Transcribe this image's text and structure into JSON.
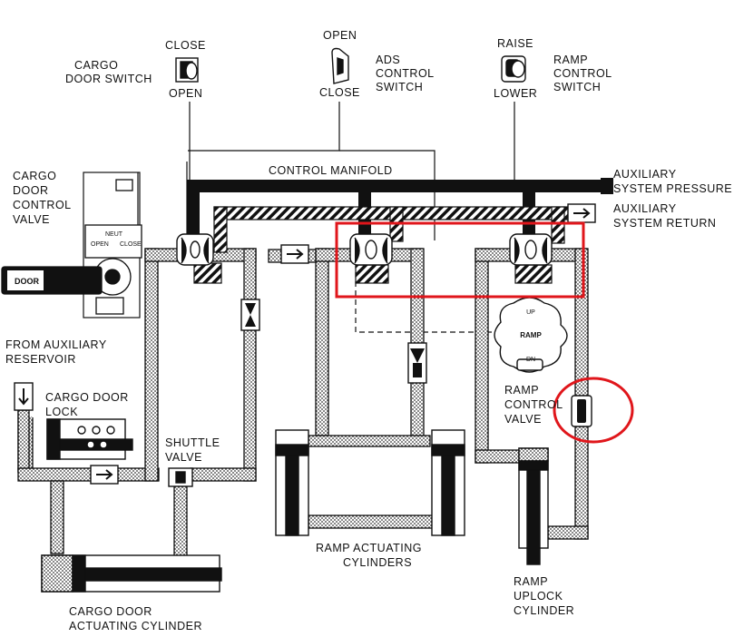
{
  "labels": {
    "cargo_door_switch": [
      "CARGO",
      "DOOR SWITCH"
    ],
    "cargo_door_close": "CLOSE",
    "cargo_door_open": "OPEN",
    "ads_open": "OPEN",
    "ads_close": "CLOSE",
    "ads_switch": [
      "ADS",
      "CONTROL",
      "SWITCH"
    ],
    "ramp_raise": "RAISE",
    "ramp_lower": "LOWER",
    "ramp_switch": [
      "RAMP",
      "CONTROL",
      "SWITCH"
    ],
    "control_manifold": "CONTROL MANIFOLD",
    "aux_pressure": [
      "AUXILIARY",
      "SYSTEM PRESSURE"
    ],
    "aux_return": [
      "AUXILIARY",
      "SYSTEM RETURN"
    ],
    "cargo_door_control_valve": [
      "CARGO",
      "DOOR",
      "CONTROL",
      "VALVE"
    ],
    "valve_neut": "NEUT",
    "valve_open": "OPEN",
    "valve_close": "CLOSE",
    "door_handle": "DOOR",
    "from_aux_reservoir": [
      "FROM AUXILIARY",
      "RESERVOIR"
    ],
    "cargo_door_lock": [
      "CARGO DOOR",
      "LOCK"
    ],
    "shuttle_valve": [
      "SHUTTLE",
      "VALVE"
    ],
    "ramp_dial": "RAMP",
    "ramp_dial_up": "UP",
    "ramp_dial_dn": "DN",
    "ramp_control_valve": [
      "RAMP",
      "CONTROL",
      "VALVE"
    ],
    "ramp_actuating_cylinders": [
      "RAMP ACTUATING",
      "CYLINDERS"
    ],
    "ramp_uplock_cylinder": [
      "RAMP",
      "UPLOCK",
      "CYLINDER"
    ],
    "cargo_door_actuating_cylinder": [
      "CARGO DOOR",
      "ACTUATING CYLINDER"
    ]
  },
  "colors": {
    "ink": "#111111",
    "annotation_red": "#e0161b",
    "return_fill": "#dddddd"
  }
}
